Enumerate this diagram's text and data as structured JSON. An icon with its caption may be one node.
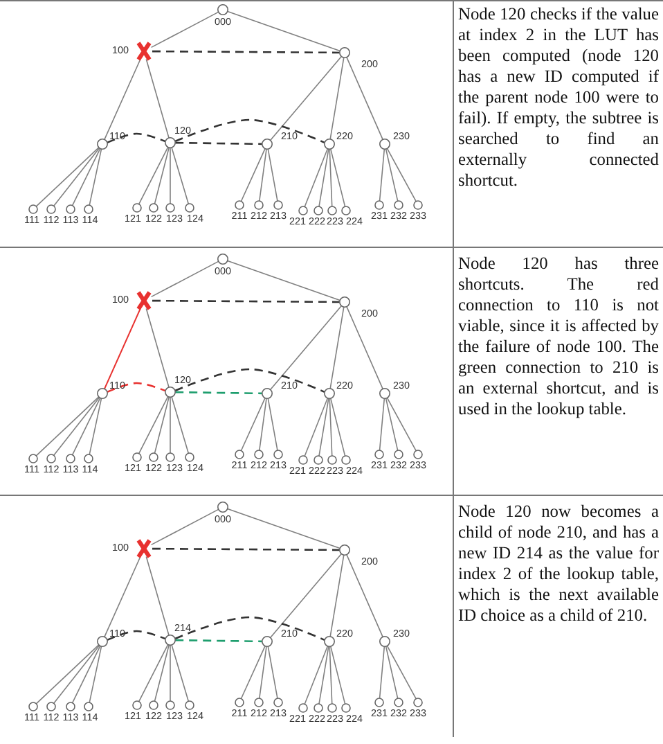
{
  "diagram": {
    "nodes": [
      {
        "text": [],
        "shape": "circle",
        "beside": [
          "000"
        ]
      },
      {
        "text": [],
        "shape": "cross",
        "beside": [
          "100"
        ]
      },
      {
        "text": [],
        "shape": "circle",
        "beside": [
          "200"
        ]
      },
      {
        "text": [],
        "shape": "circle",
        "beside": [
          "110"
        ]
      },
      {
        "text": [],
        "shape": "circle",
        "beside": [
          "120"
        ]
      },
      {
        "text": [],
        "shape": "circle",
        "beside": [
          "210"
        ]
      },
      {
        "text": [],
        "shape": "circle",
        "beside": [
          "220"
        ]
      },
      {
        "text": [],
        "shape": "circle",
        "beside": [
          "230"
        ]
      },
      {
        "text": [],
        "shape": "circle",
        "beside": [
          "111"
        ]
      },
      {
        "text": [],
        "shape": "circle",
        "beside": [
          "112"
        ]
      },
      {
        "text": [],
        "shape": "circle",
        "beside": [
          "113"
        ]
      },
      {
        "text": [],
        "shape": "circle",
        "beside": [
          "114"
        ]
      },
      {
        "text": [],
        "shape": "circle",
        "beside": [
          "121"
        ]
      },
      {
        "text": [],
        "shape": "circle",
        "beside": [
          "122"
        ]
      },
      {
        "text": [],
        "shape": "circle",
        "beside": [
          "123"
        ]
      },
      {
        "text": [],
        "shape": "circle",
        "beside": [
          "124"
        ]
      },
      {
        "text": [],
        "shape": "circle",
        "beside": [
          "211"
        ]
      },
      {
        "text": [],
        "shape": "circle",
        "beside": [
          "212"
        ]
      },
      {
        "text": [],
        "shape": "circle",
        "beside": [
          "213"
        ]
      },
      {
        "text": [],
        "shape": "circle",
        "beside": [
          "221"
        ]
      },
      {
        "text": [],
        "shape": "circle",
        "beside": [
          "222"
        ]
      },
      {
        "text": [],
        "shape": "circle",
        "beside": [
          "223"
        ]
      },
      {
        "text": [],
        "shape": "circle",
        "beside": [
          "224"
        ]
      },
      {
        "text": [],
        "shape": "circle",
        "beside": [
          "231"
        ]
      },
      {
        "text": [],
        "shape": "circle",
        "beside": [
          "232"
        ]
      },
      {
        "text": [],
        "shape": "circle",
        "beside": [
          "233"
        ]
      },
      {
        "text": [],
        "shape": "circle",
        "beside": [
          "000"
        ]
      },
      {
        "text": [],
        "shape": "cross",
        "beside": [
          "100"
        ]
      },
      {
        "text": [],
        "shape": "circle",
        "beside": [
          "200"
        ]
      },
      {
        "text": [],
        "shape": "circle",
        "beside": [
          "110"
        ]
      },
      {
        "text": [],
        "shape": "circle",
        "beside": [
          "120"
        ]
      },
      {
        "text": [],
        "shape": "circle",
        "beside": [
          "210"
        ]
      },
      {
        "text": [],
        "shape": "circle",
        "beside": [
          "220"
        ]
      },
      {
        "text": [],
        "shape": "circle",
        "beside": [
          "230"
        ]
      },
      {
        "text": [],
        "shape": "circle",
        "beside": [
          "111"
        ]
      },
      {
        "text": [],
        "shape": "circle",
        "beside": [
          "112"
        ]
      },
      {
        "text": [],
        "shape": "circle",
        "beside": [
          "113"
        ]
      },
      {
        "text": [],
        "shape": "circle",
        "beside": [
          "114"
        ]
      },
      {
        "text": [],
        "shape": "circle",
        "beside": [
          "121"
        ]
      },
      {
        "text": [],
        "shape": "circle",
        "beside": [
          "122"
        ]
      },
      {
        "text": [],
        "shape": "circle",
        "beside": [
          "123"
        ]
      },
      {
        "text": [],
        "shape": "circle",
        "beside": [
          "124"
        ]
      },
      {
        "text": [],
        "shape": "circle",
        "beside": [
          "211"
        ]
      },
      {
        "text": [],
        "shape": "circle",
        "beside": [
          "212"
        ]
      },
      {
        "text": [],
        "shape": "circle",
        "beside": [
          "213"
        ]
      },
      {
        "text": [],
        "shape": "circle",
        "beside": [
          "221"
        ]
      },
      {
        "text": [],
        "shape": "circle",
        "beside": [
          "222"
        ]
      },
      {
        "text": [],
        "shape": "circle",
        "beside": [
          "223"
        ]
      },
      {
        "text": [],
        "shape": "circle",
        "beside": [
          "224"
        ]
      },
      {
        "text": [],
        "shape": "circle",
        "beside": [
          "231"
        ]
      },
      {
        "text": [],
        "shape": "circle",
        "beside": [
          "232"
        ]
      },
      {
        "text": [],
        "shape": "circle",
        "beside": [
          "233"
        ]
      },
      {
        "text": [],
        "shape": "circle",
        "beside": [
          "000"
        ]
      },
      {
        "text": [],
        "shape": "cross",
        "beside": [
          "100"
        ]
      },
      {
        "text": [],
        "shape": "circle",
        "beside": [
          "200"
        ]
      },
      {
        "text": [],
        "shape": "circle",
        "beside": [
          "110"
        ]
      },
      {
        "text": [],
        "shape": "circle",
        "beside": [
          "214"
        ]
      },
      {
        "text": [],
        "shape": "circle",
        "beside": [
          "210"
        ]
      },
      {
        "text": [],
        "shape": "circle",
        "beside": [
          "220"
        ]
      },
      {
        "text": [],
        "shape": "circle",
        "beside": [
          "230"
        ]
      },
      {
        "text": [],
        "shape": "circle",
        "beside": [
          "111"
        ]
      },
      {
        "text": [],
        "shape": "circle",
        "beside": [
          "112"
        ]
      },
      {
        "text": [],
        "shape": "circle",
        "beside": [
          "113"
        ]
      },
      {
        "text": [],
        "shape": "circle",
        "beside": [
          "114"
        ]
      },
      {
        "text": [],
        "shape": "circle",
        "beside": [
          "121"
        ]
      },
      {
        "text": [],
        "shape": "circle",
        "beside": [
          "122"
        ]
      },
      {
        "text": [],
        "shape": "circle",
        "beside": [
          "123"
        ]
      },
      {
        "text": [],
        "shape": "circle",
        "beside": [
          "124"
        ]
      },
      {
        "text": [],
        "shape": "circle",
        "beside": [
          "211"
        ]
      },
      {
        "text": [],
        "shape": "circle",
        "beside": [
          "212"
        ]
      },
      {
        "text": [],
        "shape": "circle",
        "beside": [
          "213"
        ]
      },
      {
        "text": [],
        "shape": "circle",
        "beside": [
          "221"
        ]
      },
      {
        "text": [],
        "shape": "circle",
        "beside": [
          "222"
        ]
      },
      {
        "text": [],
        "shape": "circle",
        "beside": [
          "223"
        ]
      },
      {
        "text": [],
        "shape": "circle",
        "beside": [
          "224"
        ]
      },
      {
        "text": [],
        "shape": "circle",
        "beside": [
          "231"
        ]
      },
      {
        "text": [],
        "shape": "circle",
        "beside": [
          "232"
        ]
      },
      {
        "text": [],
        "shape": "circle",
        "beside": [
          "233"
        ]
      }
    ],
    "edges": [
      {
        "from": 0,
        "to": 1,
        "arrow": "none"
      },
      {
        "from": 0,
        "to": 2,
        "arrow": "none"
      },
      {
        "from": 1,
        "to": 3,
        "arrow": "none"
      },
      {
        "from": 1,
        "to": 4,
        "arrow": "none"
      },
      {
        "from": 2,
        "to": 5,
        "arrow": "none"
      },
      {
        "from": 2,
        "to": 6,
        "arrow": "none"
      },
      {
        "from": 2,
        "to": 7,
        "arrow": "none"
      },
      {
        "from": 3,
        "to": 8,
        "arrow": "none"
      },
      {
        "from": 3,
        "to": 9,
        "arrow": "none"
      },
      {
        "from": 3,
        "to": 10,
        "arrow": "none"
      },
      {
        "from": 3,
        "to": 11,
        "arrow": "none"
      },
      {
        "from": 4,
        "to": 12,
        "arrow": "none"
      },
      {
        "from": 4,
        "to": 13,
        "arrow": "none"
      },
      {
        "from": 4,
        "to": 14,
        "arrow": "none"
      },
      {
        "from": 4,
        "to": 15,
        "arrow": "none"
      },
      {
        "from": 5,
        "to": 16,
        "arrow": "none"
      },
      {
        "from": 5,
        "to": 17,
        "arrow": "none"
      },
      {
        "from": 5,
        "to": 18,
        "arrow": "none"
      },
      {
        "from": 6,
        "to": 19,
        "arrow": "none"
      },
      {
        "from": 6,
        "to": 20,
        "arrow": "none"
      },
      {
        "from": 6,
        "to": 21,
        "arrow": "none"
      },
      {
        "from": 6,
        "to": 22,
        "arrow": "none"
      },
      {
        "from": 7,
        "to": 23,
        "arrow": "none"
      },
      {
        "from": 7,
        "to": 24,
        "arrow": "none"
      },
      {
        "from": 7,
        "to": 25,
        "arrow": "none"
      },
      {
        "from": 1,
        "to": 2,
        "arrow": "none",
        "style": "dashed"
      },
      {
        "from": 3,
        "to": 4,
        "arrow": "none",
        "style": "dashed"
      },
      {
        "from": 4,
        "to": 6,
        "arrow": "none",
        "style": "dashed"
      },
      {
        "from": 4,
        "to": 5,
        "arrow": "none",
        "style": "dashed"
      },
      {
        "from": 26,
        "to": 27,
        "arrow": "none"
      },
      {
        "from": 26,
        "to": 28,
        "arrow": "none"
      },
      {
        "from": 27,
        "to": 29,
        "arrow": "none",
        "color": "#e8312f"
      },
      {
        "from": 27,
        "to": 30,
        "arrow": "none"
      },
      {
        "from": 28,
        "to": 31,
        "arrow": "none"
      },
      {
        "from": 28,
        "to": 32,
        "arrow": "none"
      },
      {
        "from": 28,
        "to": 33,
        "arrow": "none"
      },
      {
        "from": 29,
        "to": 34,
        "arrow": "none"
      },
      {
        "from": 29,
        "to": 35,
        "arrow": "none"
      },
      {
        "from": 29,
        "to": 36,
        "arrow": "none"
      },
      {
        "from": 29,
        "to": 37,
        "arrow": "none"
      },
      {
        "from": 30,
        "to": 38,
        "arrow": "none"
      },
      {
        "from": 30,
        "to": 39,
        "arrow": "none"
      },
      {
        "from": 30,
        "to": 40,
        "arrow": "none"
      },
      {
        "from": 30,
        "to": 41,
        "arrow": "none"
      },
      {
        "from": 31,
        "to": 42,
        "arrow": "none"
      },
      {
        "from": 31,
        "to": 43,
        "arrow": "none"
      },
      {
        "from": 31,
        "to": 44,
        "arrow": "none"
      },
      {
        "from": 32,
        "to": 45,
        "arrow": "none"
      },
      {
        "from": 32,
        "to": 46,
        "arrow": "none"
      },
      {
        "from": 32,
        "to": 47,
        "arrow": "none"
      },
      {
        "from": 32,
        "to": 48,
        "arrow": "none"
      },
      {
        "from": 33,
        "to": 49,
        "arrow": "none"
      },
      {
        "from": 33,
        "to": 50,
        "arrow": "none"
      },
      {
        "from": 33,
        "to": 51,
        "arrow": "none"
      },
      {
        "from": 27,
        "to": 28,
        "arrow": "none",
        "style": "dashed"
      },
      {
        "from": 29,
        "to": 30,
        "arrow": "none",
        "style": "dashed",
        "color": "#e8312f"
      },
      {
        "from": 30,
        "to": 32,
        "arrow": "none",
        "style": "dashed"
      },
      {
        "from": 30,
        "to": 31,
        "arrow": "none",
        "style": "dashed",
        "color": "#1e9e6e"
      },
      {
        "from": 52,
        "to": 53,
        "arrow": "none"
      },
      {
        "from": 52,
        "to": 54,
        "arrow": "none"
      },
      {
        "from": 53,
        "to": 55,
        "arrow": "none"
      },
      {
        "from": 53,
        "to": 56,
        "arrow": "none"
      },
      {
        "from": 54,
        "to": 57,
        "arrow": "none"
      },
      {
        "from": 54,
        "to": 58,
        "arrow": "none"
      },
      {
        "from": 54,
        "to": 59,
        "arrow": "none"
      },
      {
        "from": 55,
        "to": 60,
        "arrow": "none"
      },
      {
        "from": 55,
        "to": 61,
        "arrow": "none"
      },
      {
        "from": 55,
        "to": 62,
        "arrow": "none"
      },
      {
        "from": 55,
        "to": 63,
        "arrow": "none"
      },
      {
        "from": 56,
        "to": 64,
        "arrow": "none"
      },
      {
        "from": 56,
        "to": 65,
        "arrow": "none"
      },
      {
        "from": 56,
        "to": 66,
        "arrow": "none"
      },
      {
        "from": 56,
        "to": 67,
        "arrow": "none"
      },
      {
        "from": 57,
        "to": 68,
        "arrow": "none"
      },
      {
        "from": 57,
        "to": 69,
        "arrow": "none"
      },
      {
        "from": 57,
        "to": 70,
        "arrow": "none"
      },
      {
        "from": 58,
        "to": 71,
        "arrow": "none"
      },
      {
        "from": 58,
        "to": 72,
        "arrow": "none"
      },
      {
        "from": 58,
        "to": 73,
        "arrow": "none"
      },
      {
        "from": 58,
        "to": 74,
        "arrow": "none"
      },
      {
        "from": 59,
        "to": 75,
        "arrow": "none"
      },
      {
        "from": 59,
        "to": 76,
        "arrow": "none"
      },
      {
        "from": 59,
        "to": 77,
        "arrow": "none"
      },
      {
        "from": 53,
        "to": 54,
        "arrow": "none",
        "style": "dashed"
      },
      {
        "from": 55,
        "to": 56,
        "arrow": "none",
        "style": "dashed"
      },
      {
        "from": 56,
        "to": 58,
        "arrow": "none",
        "style": "dashed"
      },
      {
        "from": 56,
        "to": 57,
        "arrow": "none",
        "style": "dashed",
        "color": "#1e9e6e"
      }
    ],
    "labels": [
      "Node 120 checks if the value at index 2 in the LUT has been computed (node 120 has a new ID computed if the parent node 100 were to fail). If empty, the subtree is searched to find an externally connected shortcut.",
      "Node 120 has three shortcuts. The red connection to 110 is not viable, since it is affected by the failure of node 100. The green connection to 210 is an external shortcut, and is used in the lookup table.",
      "Node 120 now becomes a child of node 210, and has a new ID 214 as the value for index 2 of the lookup table, which is the next available ID choice as a child of 210."
    ]
  }
}
